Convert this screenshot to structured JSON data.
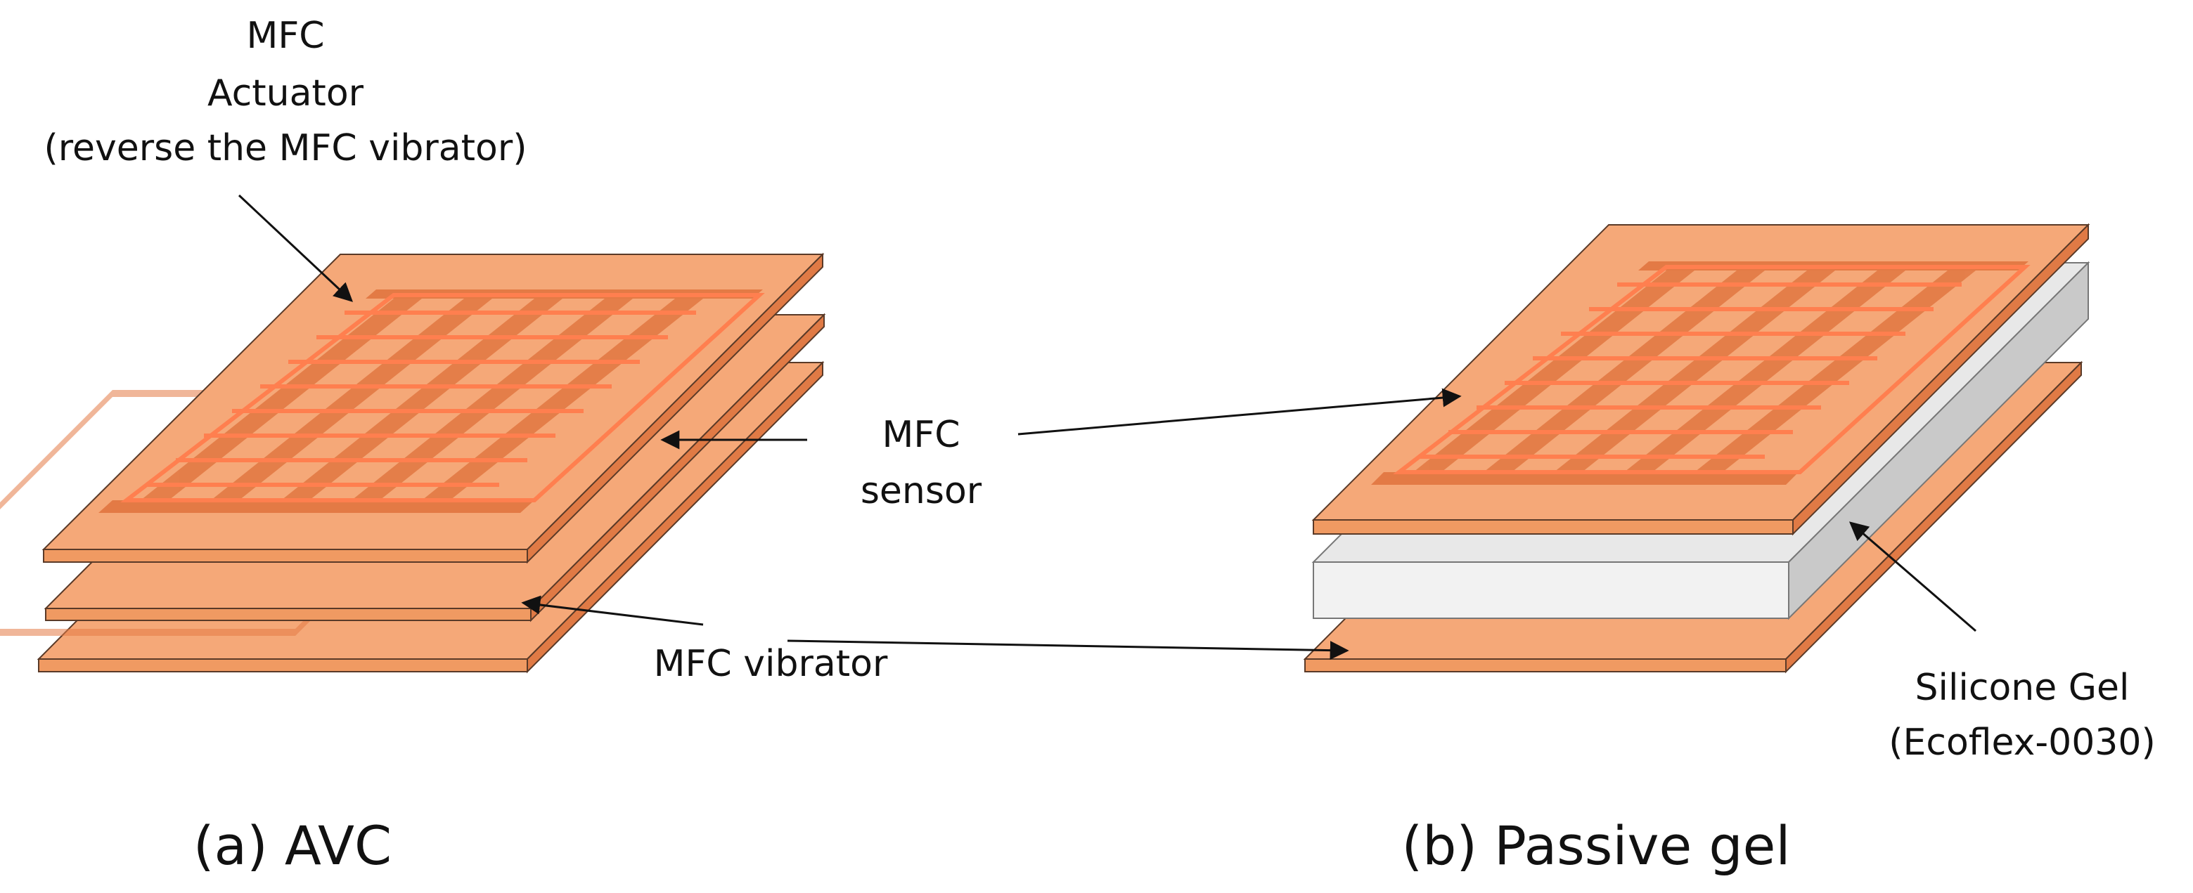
{
  "labels": {
    "actuator_line1": "MFC",
    "actuator_line2": "Actuator",
    "actuator_line3": "(reverse the MFC vibrator)",
    "sensor_line1": "MFC",
    "sensor_line2": "sensor",
    "vibrator": "MFC vibrator",
    "gel_line1": "Silicone Gel",
    "gel_line2": "(Ecoflex-0030)",
    "caption_a": "(a) AVC",
    "caption_b": "(b) Passive gel"
  },
  "colors": {
    "plate_top": "#f5a878",
    "plate_edge": "#e07a45",
    "plate_front": "#f09a62",
    "electrode": "#e37a45",
    "electrode_line": "#ff7f4f",
    "gel_front": "#f2f2f2",
    "gel_top": "#e8e8e8",
    "gel_side": "#c9c9c9",
    "text": "#111111"
  }
}
